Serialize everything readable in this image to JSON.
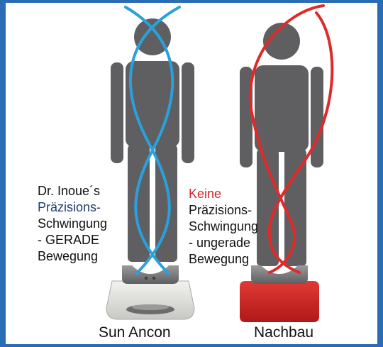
{
  "left": {
    "line1": "Dr. Inoue´s",
    "line2": "Präzisions-",
    "line3": "Schwingung",
    "line4": "- GERADE",
    "line5": "Bewegung",
    "caption": "Sun Ancon",
    "wave_color": "#2aa0dc",
    "highlight_color": "#1d3f6e"
  },
  "right": {
    "line1": "Keine",
    "line2": "Präzisions-",
    "line3": "Schwingung",
    "line4": "- ungerade",
    "line5": "Bewegung",
    "caption": "Nachbau",
    "wave_color": "#e02a2a",
    "highlight_color": "#d32626"
  },
  "colors": {
    "figure": "#5f5f61",
    "frame": "#2a6db5",
    "device_left": "#dcdcda",
    "device_right": "#c61f1f"
  }
}
